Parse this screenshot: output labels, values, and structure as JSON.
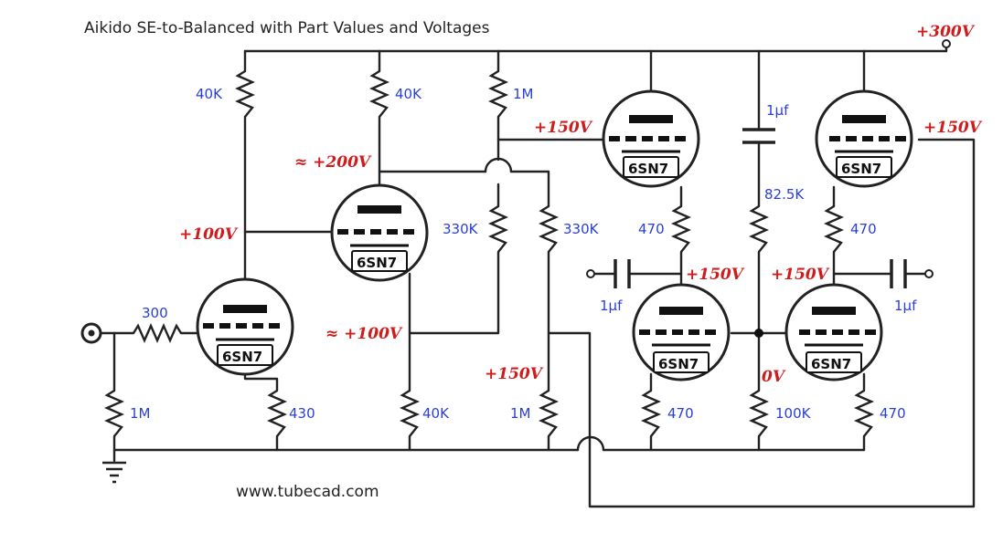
{
  "title": "Aikido SE-to-Balanced with Part Values and Voltages",
  "url": "www.tubecad.com",
  "colors": {
    "value_text": "#2a3fd6",
    "voltage_text": "#d01c1c",
    "wire": "#222222"
  },
  "tubes": {
    "label": "6SN7"
  },
  "resistors": {
    "r_40k_a": "40K",
    "r_40k_b": "40K",
    "r_1m_top": "1M",
    "r_300": "300",
    "r_1m_input": "1M",
    "r_430": "430",
    "r_40k_c": "40K",
    "r_330k_a": "330K",
    "r_330k_b": "330K",
    "r_1m_lower": "1M",
    "r_470_a": "470",
    "r_470_b": "470",
    "r_470_c": "470",
    "r_470_d": "470",
    "r_82_5k": "82.5K",
    "r_100k": "100K"
  },
  "capacitors": {
    "c_top": "1µf",
    "c_left": "1µf",
    "c_right": "1µf"
  },
  "voltages": {
    "supply": "+300V",
    "v_200": "≈ +200V",
    "v_100_left": "+100V",
    "v_100_mid": "≈ +100V",
    "v_150_top_left": "+150V",
    "v_150_top_right": "+150V",
    "v_150_mid_left": "+150V",
    "v_150_mid_right": "+150V",
    "v_150_lower": "+150V",
    "v_0": "0V"
  }
}
